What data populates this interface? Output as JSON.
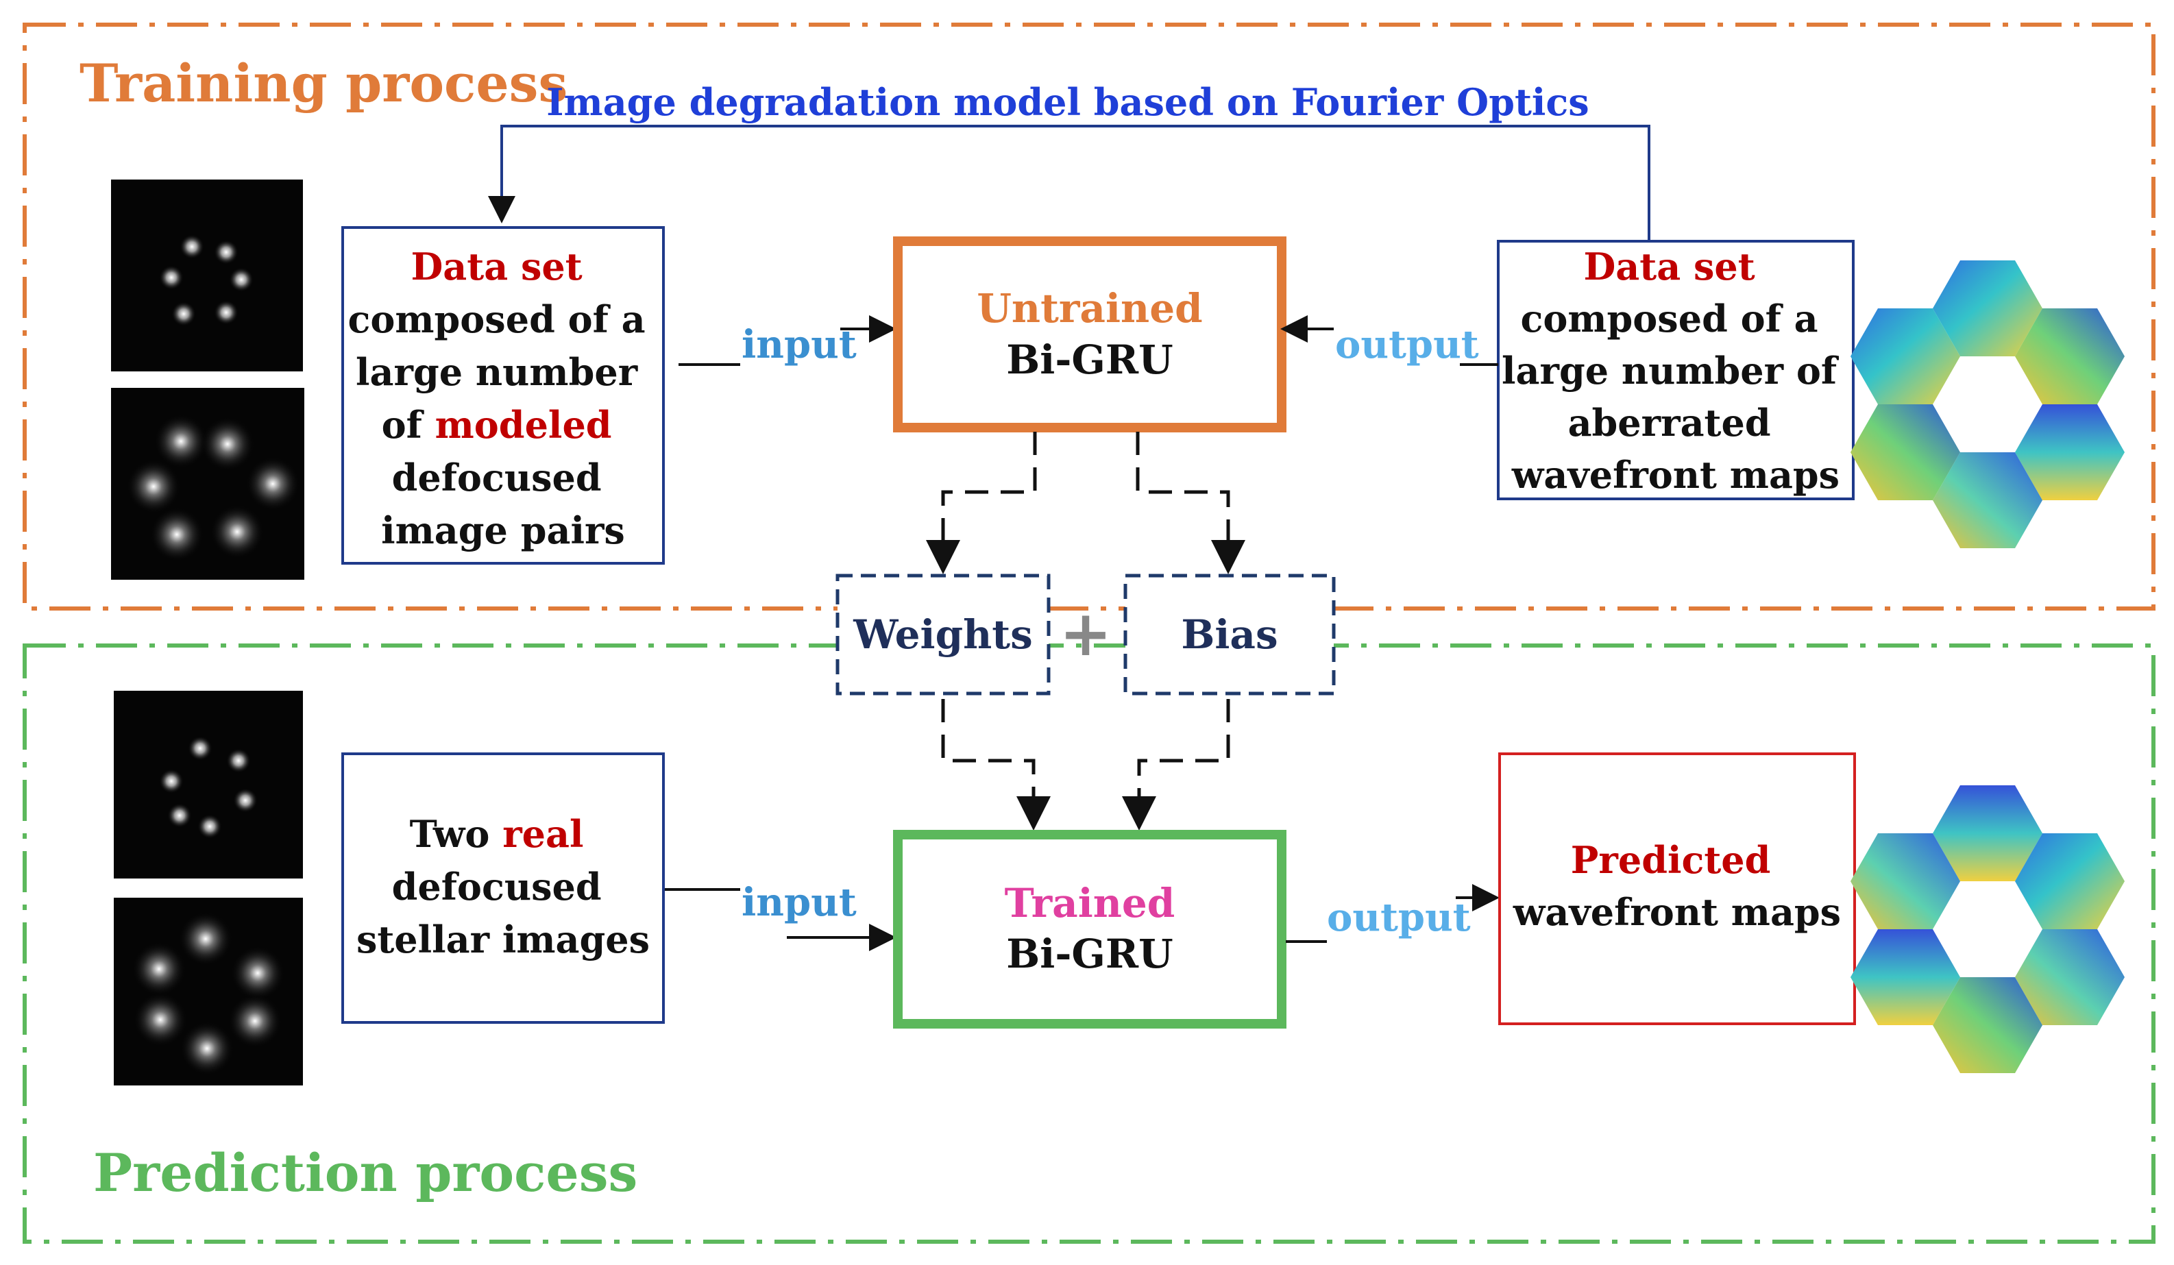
{
  "training": {
    "title": "Training process",
    "loop_label": "Image degradation model based on Fourier Optics",
    "input_box": {
      "lines": [
        [
          {
            "text": "Data set",
            "color": "red"
          }
        ],
        [
          {
            "text": "composed of a",
            "color": "black"
          }
        ],
        [
          {
            "text": "large number",
            "color": "black"
          }
        ],
        [
          {
            "text": "of ",
            "color": "black"
          },
          {
            "text": "modeled",
            "color": "red"
          }
        ],
        [
          {
            "text": "defocused",
            "color": "black"
          }
        ],
        [
          {
            "text": "image pairs",
            "color": "black"
          }
        ]
      ]
    },
    "input_label": "input",
    "model_box": {
      "line1": "Untrained",
      "line2": "Bi-GRU"
    },
    "output_label": "output",
    "output_box": {
      "lines": [
        [
          {
            "text": "Data set",
            "color": "red"
          }
        ],
        [
          {
            "text": "composed of a",
            "color": "black"
          }
        ],
        [
          {
            "text": "large number of",
            "color": "black"
          }
        ],
        [
          {
            "text": "aberrated",
            "color": "black"
          }
        ],
        [
          {
            "text": "wavefront maps",
            "color": "black"
          }
        ]
      ]
    }
  },
  "shared": {
    "weights": "Weights",
    "plus": "+",
    "bias": "Bias"
  },
  "prediction": {
    "title": "Prediction process",
    "input_box": {
      "lines": [
        [
          {
            "text": "Two ",
            "color": "black"
          },
          {
            "text": "real",
            "color": "red"
          }
        ],
        [
          {
            "text": "defocused",
            "color": "black"
          }
        ],
        [
          {
            "text": "stellar images",
            "color": "black"
          }
        ]
      ]
    },
    "input_label": "input",
    "model_box": {
      "line1": "Trained",
      "line2": "Bi-GRU"
    },
    "output_label": "output",
    "output_box": {
      "lines": [
        [
          {
            "text": "Predicted",
            "color": "red"
          }
        ],
        [
          {
            "text": "wavefront maps",
            "color": "black"
          }
        ]
      ]
    }
  },
  "colors": {
    "training_frame": "#e07b39",
    "prediction_frame": "#5cb85c",
    "untrained_border": "#e07b39",
    "untrained_label": "#e07b39",
    "trained_border": "#5cb85c",
    "trained_label": "#e040a0",
    "loop_label": "#1f3fd8",
    "io_label": "#3a8fd0",
    "box_border": "#1f3a8a",
    "red": "#c00000",
    "black": "#111111",
    "dashed_box": "#1f3a6a"
  }
}
